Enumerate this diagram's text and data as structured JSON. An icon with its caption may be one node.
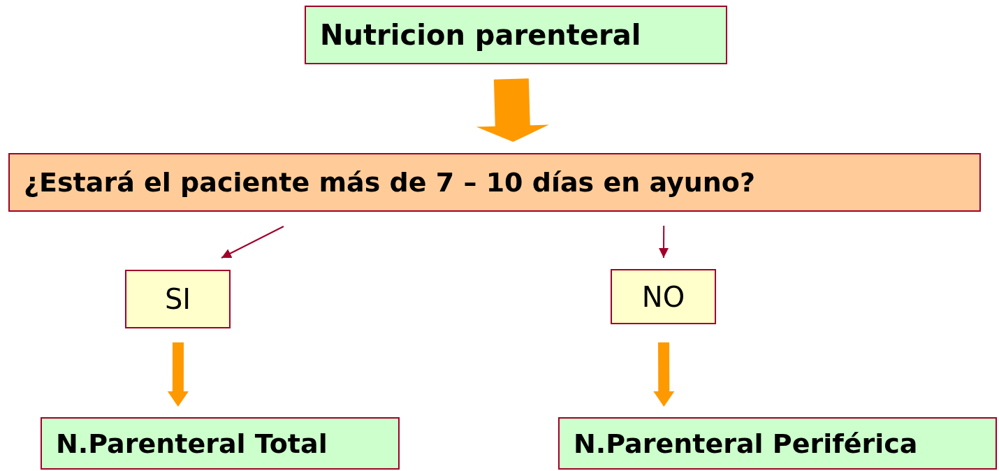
{
  "diagram": {
    "nodes": [
      {
        "text": [
          "Nutricion parenteral"
        ]
      },
      {
        "text": [
          "¿Estará el paciente más de 7 – 10 días en ayuno?"
        ]
      },
      {
        "text": [
          "SI"
        ]
      },
      {
        "text": [
          "NO"
        ]
      },
      {
        "text": [
          "N.Parenteral Total"
        ]
      },
      {
        "text": [
          "N.Parenteral Periférica"
        ]
      }
    ],
    "edges": [
      {
        "from": 0,
        "to": 1,
        "arrow": "to",
        "style": "thick"
      },
      {
        "from": 1,
        "to": 2,
        "arrow": "to",
        "color": "#a0002a"
      },
      {
        "from": 1,
        "to": 3,
        "arrow": "to",
        "color": "#a0002a"
      },
      {
        "from": 2,
        "to": 4,
        "arrow": "to",
        "style": "thick"
      },
      {
        "from": 3,
        "to": 5,
        "arrow": "to",
        "style": "thick"
      }
    ]
  }
}
